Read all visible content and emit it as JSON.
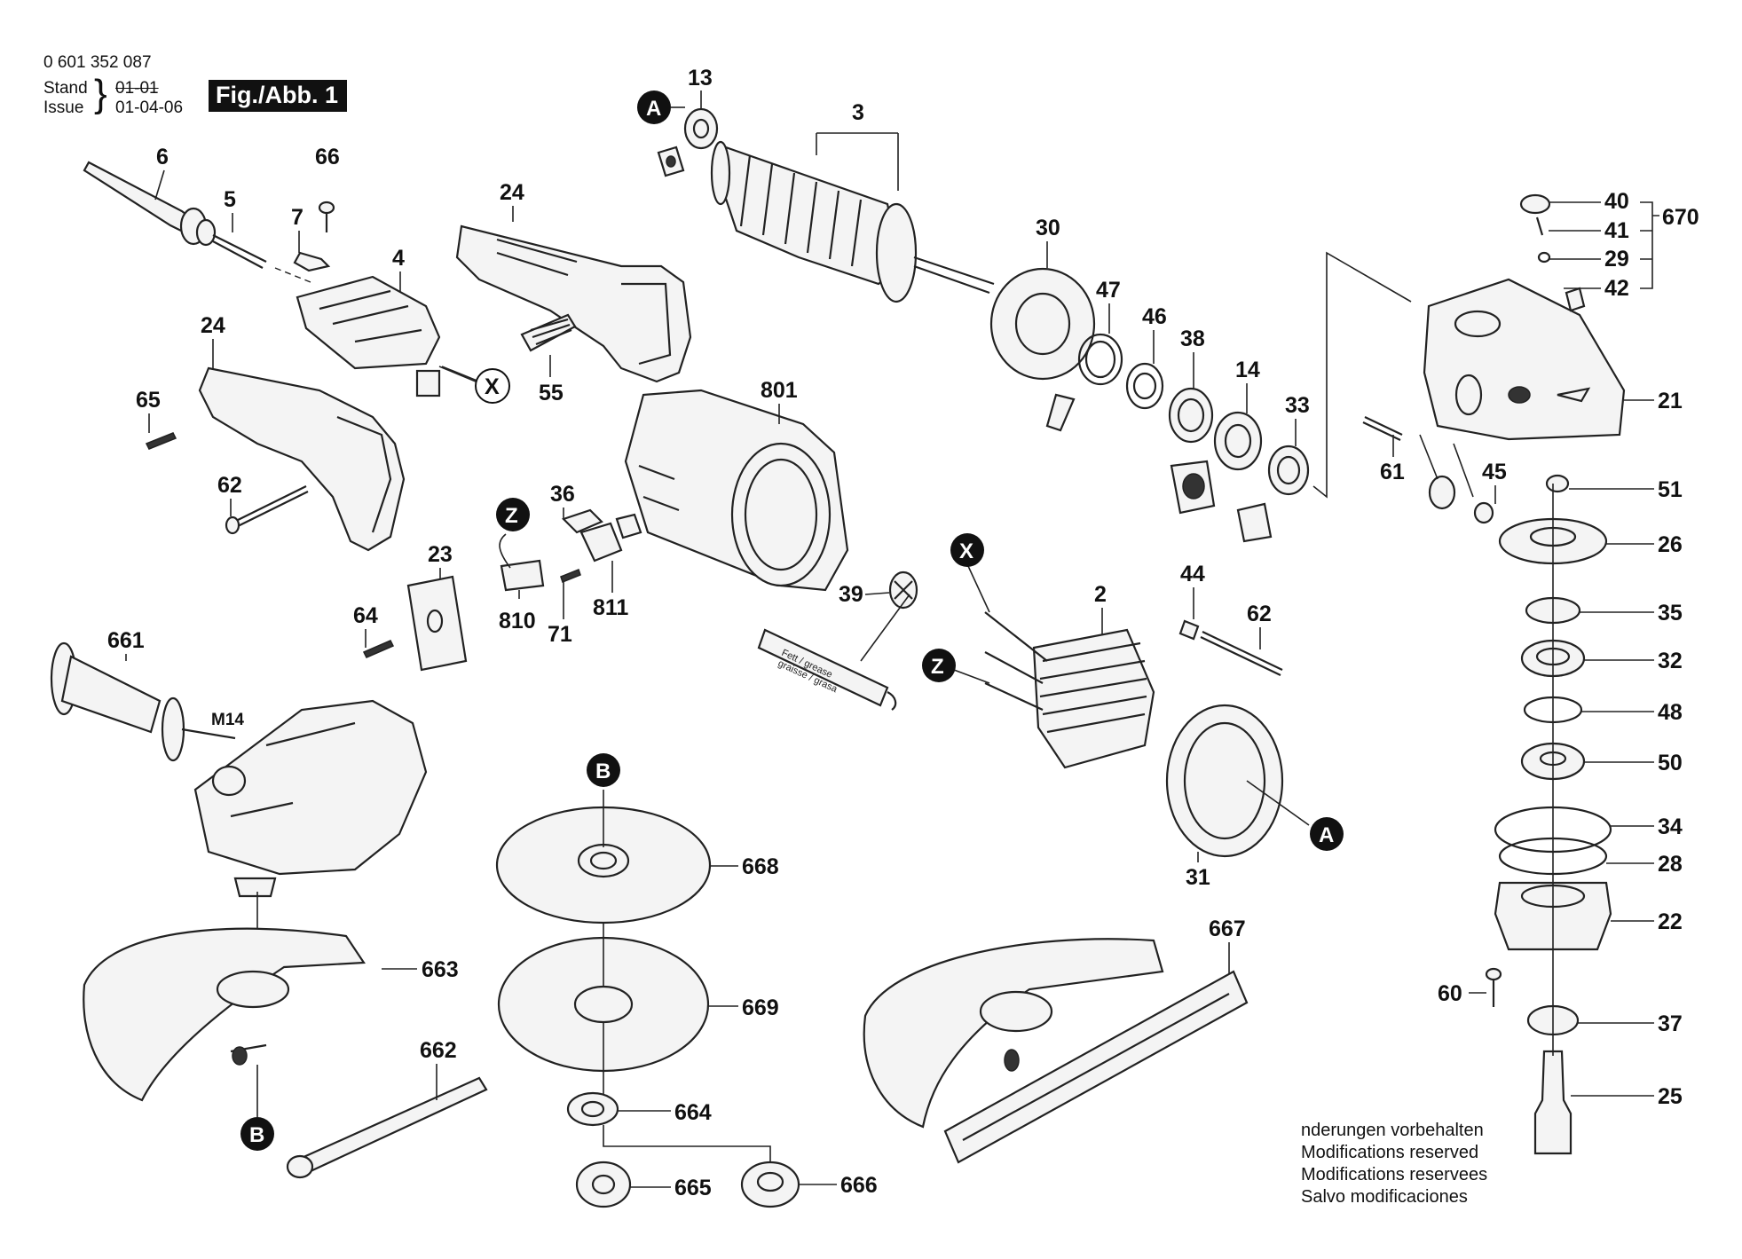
{
  "header": {
    "part_number": "0 601 352 087",
    "stand_label": "Stand",
    "issue_label": "Issue",
    "stand_date": "01-01",
    "issue_date": "01-04-06",
    "figure_label": "Fig./Abb. 1"
  },
  "footer_notes": [
    "nderungen vorbehalten",
    "Modifications reserved",
    "Modifications reservees",
    "Salvo modificaciones"
  ],
  "tube_label": {
    "line1": "Fett / grease",
    "line2": "graisse / grasa"
  },
  "thread_label": "M14",
  "part_labels": {
    "p13": "13",
    "p3": "3",
    "p6": "6",
    "p66": "66",
    "p5": "5",
    "p7": "7",
    "p4": "4",
    "p24a": "24",
    "p24b": "24",
    "p65": "65",
    "p62a": "62",
    "p55": "55",
    "p30": "30",
    "p47": "47",
    "p46": "46",
    "p38": "38",
    "p14": "14",
    "p33": "33",
    "p801": "801",
    "p36": "36",
    "p23": "23",
    "p64": "64",
    "p810": "810",
    "p71": "71",
    "p811": "811",
    "p39": "39",
    "p2": "2",
    "p44": "44",
    "p62b": "62",
    "p31": "31",
    "p661": "661",
    "p668": "668",
    "p669": "669",
    "p663": "663",
    "p662": "662",
    "p664": "664",
    "p665": "665",
    "p666": "666",
    "p667": "667",
    "p61": "61",
    "p45": "45",
    "p21": "21",
    "p51": "51",
    "p26": "26",
    "p35": "35",
    "p32": "32",
    "p48": "48",
    "p50": "50",
    "p34": "34",
    "p28": "28",
    "p22": "22",
    "p60": "60",
    "p37": "37",
    "p25": "25",
    "p40": "40",
    "p41": "41",
    "p29": "29",
    "p42": "42",
    "p670": "670"
  },
  "callouts": {
    "a_top": "A",
    "a_bottom": "A",
    "b_top": "B",
    "b_bottom": "B",
    "x_top": "X",
    "x_mid": "X",
    "z_top": "Z",
    "z_mid": "Z"
  }
}
